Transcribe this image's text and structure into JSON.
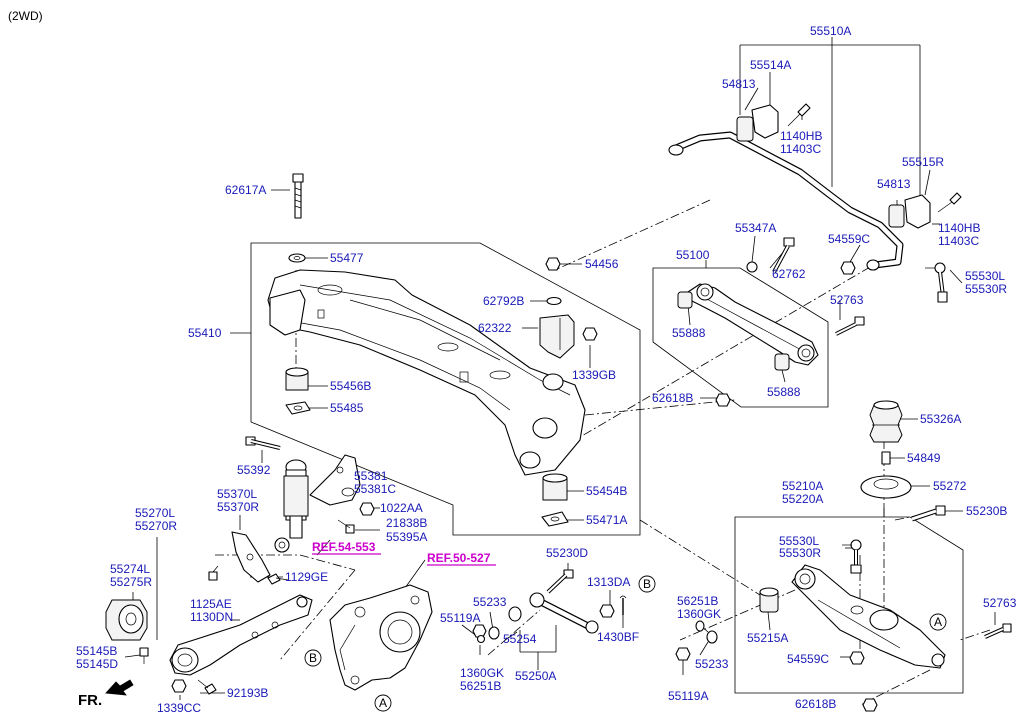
{
  "title": "(2WD)",
  "front_label": "FR.",
  "refs": {
    "r1": "REF.54-553",
    "r2": "REF.50-527"
  },
  "markers": {
    "a": "A",
    "b": "B"
  },
  "labels": {
    "p55510A": "55510A",
    "p55514A": "55514A",
    "p54813a": "54813",
    "p1140HBa": "1140HB",
    "p11403Ca": "11403C",
    "p55515R": "55515R",
    "p54813b": "54813",
    "p1140HBb": "1140HB",
    "p11403Cb": "11403C",
    "p54559Ca": "54559C",
    "p55530La": "55530L",
    "p55530Ra": "55530R",
    "p62617A": "62617A",
    "p55477": "55477",
    "p54456": "54456",
    "p55347A": "55347A",
    "p55100": "55100",
    "p62762": "62762",
    "p62792B": "62792B",
    "p62322": "62322",
    "p52763a": "52763",
    "p55888a": "55888",
    "p55410": "55410",
    "p1339GB": "1339GB",
    "p55456B": "55456B",
    "p55485": "55485",
    "p62618Ba": "62618B",
    "p55888b": "55888",
    "p55326A": "55326A",
    "p55392": "55392",
    "p55381": "55381",
    "p55381C": "55381C",
    "p1022AA": "1022AA",
    "p21838B": "21838B",
    "p55395A": "55395A",
    "p55370L": "55370L",
    "p55370R": "55370R",
    "p54849": "54849",
    "p55454B": "55454B",
    "p55272": "55272",
    "p55210A": "55210A",
    "p55220A": "55220A",
    "p55471A": "55471A",
    "p55230Ba": "55230B",
    "p55270L": "55270L",
    "p55270R": "55270R",
    "p55230D": "55230D",
    "p55530Lb": "55530L",
    "p55530Rb": "55530R",
    "p55274L": "55274L",
    "p55275R": "55275R",
    "p1129GE": "1129GE",
    "p1313DA": "1313DA",
    "p56251Ba": "56251B",
    "p1360GKa": "1360GK",
    "p52763b": "52763",
    "p1125AE": "1125AE",
    "p1130DN": "1130DN",
    "p55233a": "55233",
    "p55119Aa": "55119A",
    "p55254": "55254",
    "p1430BF": "1430BF",
    "p55215A": "55215A",
    "p55145B": "55145B",
    "p55145D": "55145D",
    "p55233b": "55233",
    "p54559Cb": "54559C",
    "p1360GKb": "1360GK",
    "p56251Bb": "56251B",
    "p55250A": "55250A",
    "p92193B": "92193B",
    "p55119Ab": "55119A",
    "p1339CC": "1339CC",
    "p62618Bb": "62618B"
  }
}
